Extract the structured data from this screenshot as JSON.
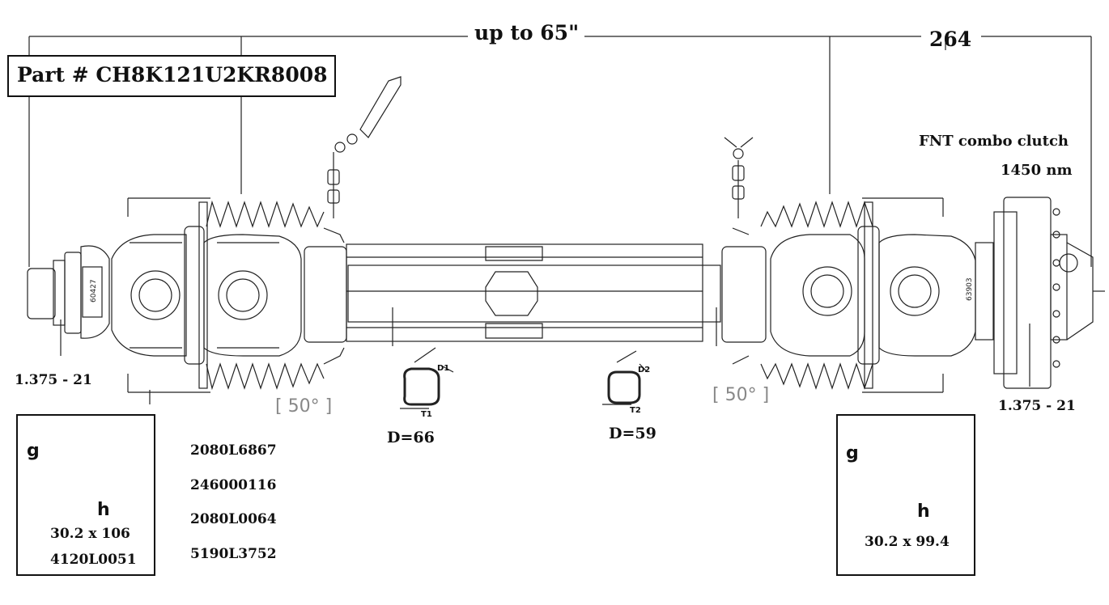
{
  "part_number": "Part # CH8K121U2KR8008",
  "overall_length": "up to 65\"",
  "clutch_dim": "264",
  "clutch": {
    "name": "FNT combo clutch",
    "torque": "1450 nm"
  },
  "left_spline": "1.375 - 21",
  "right_spline": "1.375 - 21",
  "left_angle": "[ 50° ]",
  "right_angle": "[ 50° ]",
  "tube_outer": {
    "diameter": "D=66",
    "d_label": "D1",
    "t_label": "T1"
  },
  "tube_inner": {
    "diameter": "D=59",
    "d_label": "D2",
    "t_label": "T2"
  },
  "left_cross": {
    "g": "g",
    "h": "h",
    "size": "30.2 x 106",
    "code": "4120L0051"
  },
  "right_cross": {
    "g": "g",
    "h": "h",
    "size": "30.2 x 99.4"
  },
  "part_codes": [
    "2080L6867",
    "246000116",
    "2080L0064",
    "5190L3752"
  ],
  "yoke_marks": {
    "left": "60427",
    "right": "63903"
  }
}
